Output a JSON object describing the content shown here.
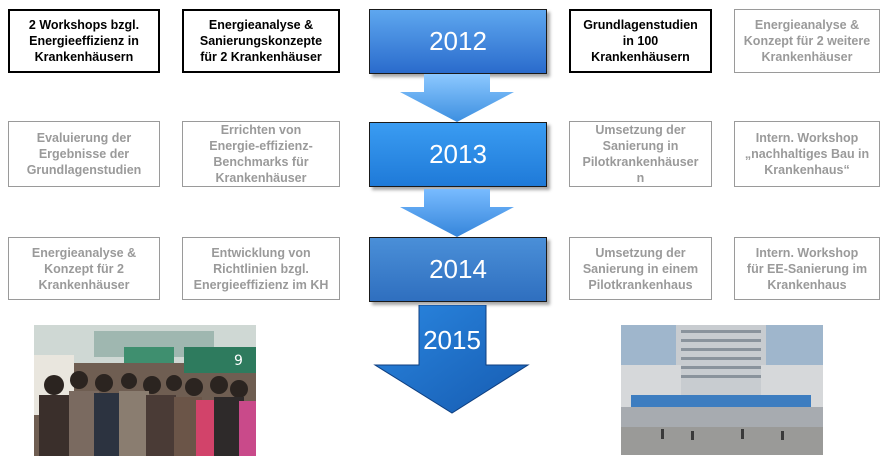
{
  "years": [
    "2012",
    "2013",
    "2014",
    "2015"
  ],
  "rows": [
    {
      "left": [
        {
          "text": "2 Workshops bzgl.\nEnergieeffizienz in\nKrankenhäusern",
          "active": true
        },
        {
          "text": "Energieanalyse &\nSanierungskonzepte\nfür 2 Krankenhäuser",
          "active": true
        }
      ],
      "right": [
        {
          "text": "Grundlagenstudien\nin 100\nKrankenhäusern",
          "active": true
        },
        {
          "text": "Energieanalyse &\nKonzept für 2 weitere\nKrankenhäuser",
          "active": false
        }
      ]
    },
    {
      "left": [
        {
          "text": "Evaluierung der\nErgebnisse der\nGrundlagenstudien",
          "active": false
        },
        {
          "text": "Errichten von\nEnergie-effizienz-\nBenchmarks für\nKrankenhäuser",
          "active": false
        }
      ],
      "right": [
        {
          "text": "Umsetzung der\nSanierung in\nPilotkrankenhäuser\nn",
          "active": false
        },
        {
          "text": "Intern. Workshop\n„nachhaltiges Bau in\nKrankenhaus“",
          "active": false
        }
      ]
    },
    {
      "left": [
        {
          "text": "Energieanalyse &\nKonzept für 2\nKrankenhäuser",
          "active": false
        },
        {
          "text": "Entwicklung von\nRichtlinien bzgl.\nEnergieeffizienz im KH",
          "active": false
        }
      ],
      "right": [
        {
          "text": "Umsetzung der\nSanierung in einem\nPilotkrankenhaus",
          "active": false
        },
        {
          "text": "Intern. Workshop\nfür EE-Sanierung im\nKrankenhaus",
          "active": false
        }
      ]
    }
  ],
  "colors": {
    "year_2012_top": "#5fa8f0",
    "year_2012_bottom": "#2f6fd0",
    "year_2013": "#2f8fe8",
    "year_2014": "#3b7fcf",
    "arrow_light": "#7fc4ff",
    "arrow_dark": "#1e6fc8",
    "active_border": "#000000",
    "inactive_text": "#9a9a9a"
  },
  "photos": [
    {
      "name": "crowd-photo",
      "desc_icon": "crowd-image"
    },
    {
      "name": "hospital-building-photo",
      "desc_icon": "building-image"
    }
  ]
}
